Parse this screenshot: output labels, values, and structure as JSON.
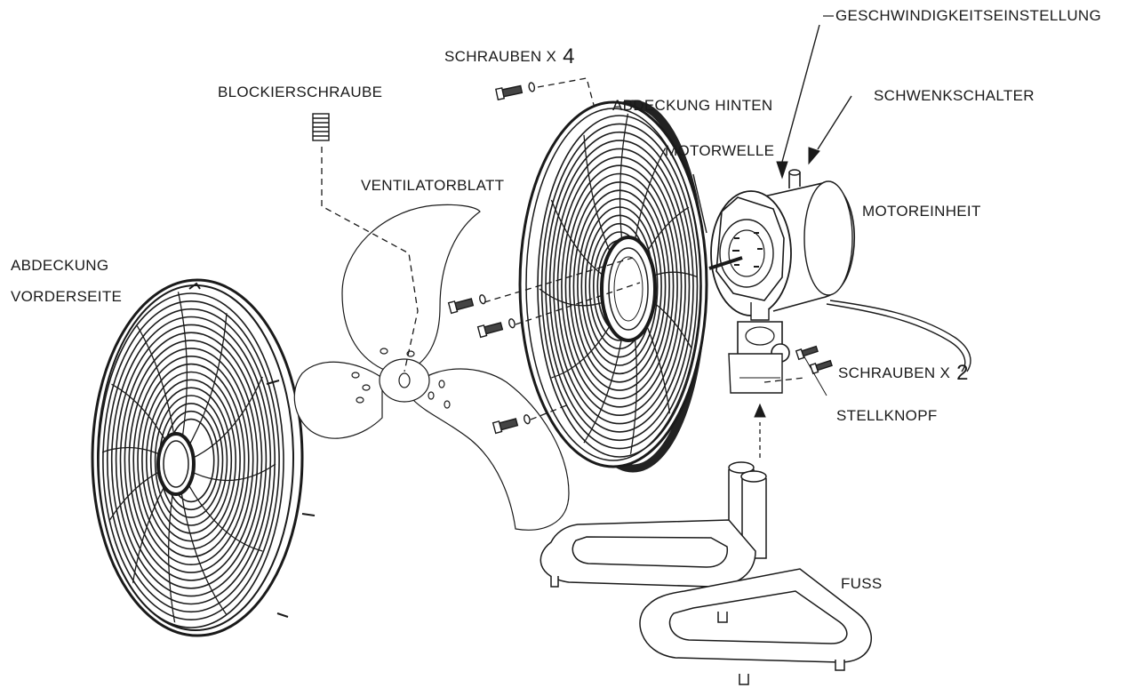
{
  "labels": {
    "geschwindigkeit": "GESCHWINDIGKEITSEINSTELLUNG",
    "schrauben4_text": "SCHRAUBEN X",
    "schrauben4_count": "4",
    "schwenkschalter": "SCHWENKSCHALTER",
    "blockierschraube": "BLOCKIERSCHRAUBE",
    "abdeckung_hinten": "ABDECKUNG HINTEN",
    "motorwelle": "MOTORWELLE",
    "ventilatorblatt": "VENTILATORBLATT",
    "motoreinheit": "MOTOREINHEIT",
    "abdeckung_vorderseite_line1": "ABDECKUNG",
    "abdeckung_vorderseite_line2": "VORDERSEITE",
    "schrauben2_text": "SCHRAUBEN X",
    "schrauben2_count": "2",
    "stellknopf": "STELLKNOPF",
    "fuss": "FUSS"
  },
  "colors": {
    "line": "#1a1a1a",
    "background": "#ffffff"
  }
}
